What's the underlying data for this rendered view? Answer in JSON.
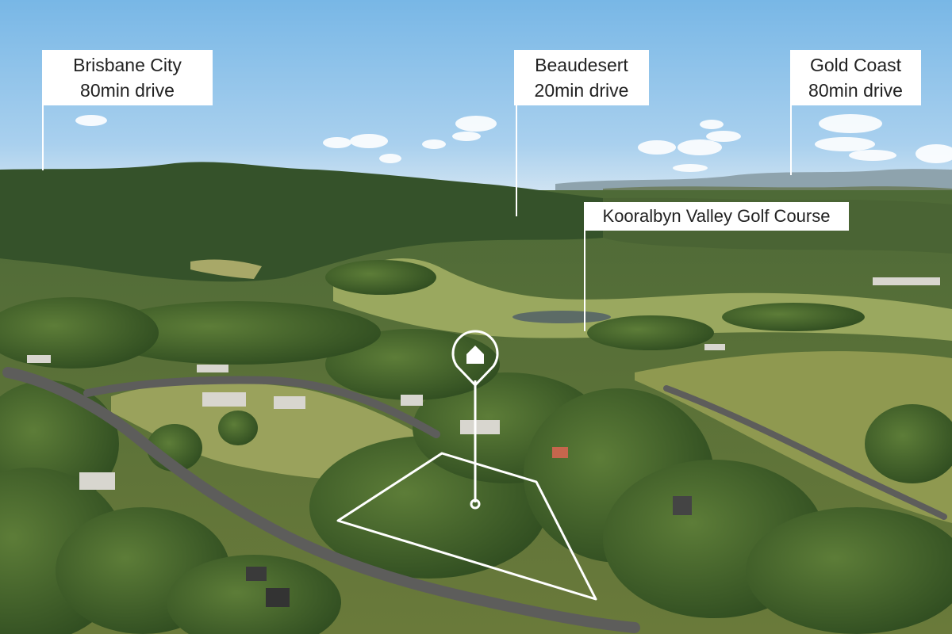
{
  "photo": {
    "subject": "aerial-property-land-parcel",
    "colors": {
      "sky": "#8fc3ea",
      "sky_horizon": "#d6e8f4",
      "hills_far": "#5b6f45",
      "forest": "#3d5a2a",
      "grass": "#b5b36e",
      "road": "#5a5a58",
      "overlay": "#ffffff"
    }
  },
  "callouts": {
    "brisbane": {
      "line1": "Brisbane City",
      "line2": "80min drive"
    },
    "beaudesert": {
      "line1": "Beaudesert",
      "line2": "20min drive"
    },
    "gold_coast": {
      "line1": "Gold Coast",
      "line2": "80min drive"
    },
    "golf": {
      "text": "Kooralbyn Valley Golf Course"
    }
  },
  "marker": {
    "icon": "house-icon"
  }
}
